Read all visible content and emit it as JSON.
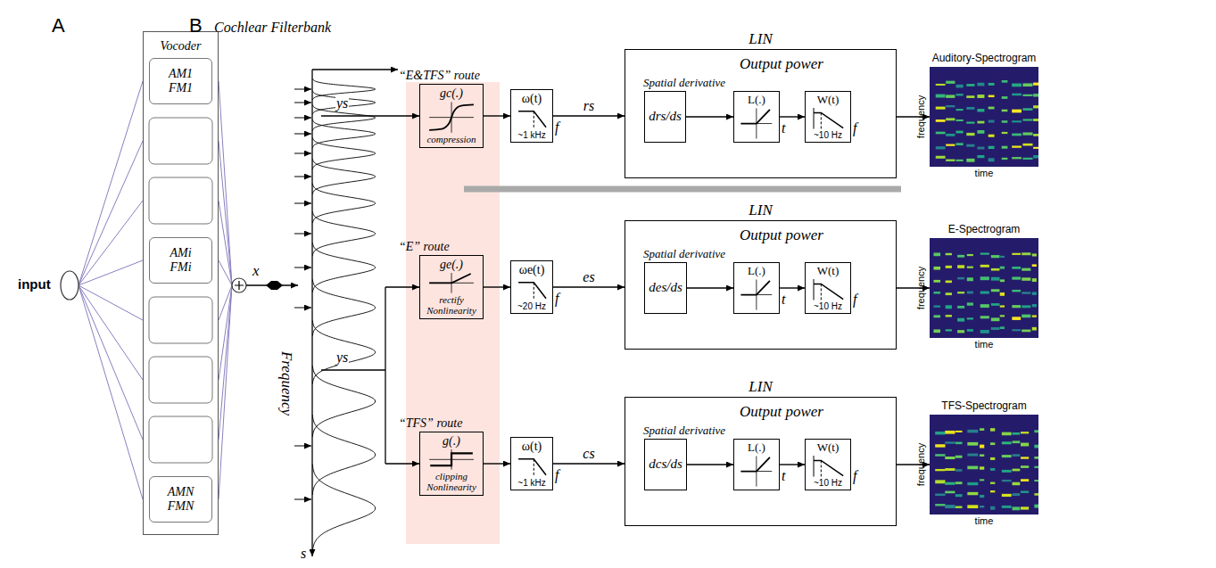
{
  "diagram": {
    "nodes": [
      {
        "text": [
          "Vocoder"
        ]
      },
      {
        "text": [
          "AM1",
          "FM1"
        ],
        "in": 0
      },
      {
        "text": [
          "AMi",
          "FMi"
        ],
        "in": 0
      },
      {
        "text": [
          "AMN",
          "FMN"
        ],
        "in": 0
      },
      {
        "text": [
          "“E&TFS” route",
          "gc(.)",
          "compression"
        ]
      },
      {
        "text": [
          "ω(t)",
          "~1 kHz",
          "f"
        ]
      },
      {
        "text": [
          "LIN",
          "Output power"
        ]
      },
      {
        "text": [
          "Spatial derivative",
          "drs/ds"
        ],
        "in": 6
      },
      {
        "text": [
          "L(.)",
          "t"
        ],
        "in": 6
      },
      {
        "text": [
          "W(t)",
          "~10 Hz",
          "f"
        ],
        "in": 6
      },
      {
        "text": [
          "Auditory-Spectrogram",
          "frequency",
          "time"
        ]
      },
      {
        "text": [
          "“E” route",
          "ge(.)",
          "rectify",
          "Nonlinearity"
        ]
      },
      {
        "text": [
          "ωe(t)",
          "~20 Hz",
          "f"
        ]
      },
      {
        "text": [
          "LIN",
          "Output power"
        ]
      },
      {
        "text": [
          "Spatial derivative",
          "des/ds"
        ],
        "in": 13
      },
      {
        "text": [
          "L(.)",
          "t"
        ],
        "in": 13
      },
      {
        "text": [
          "W(t)",
          "~10 Hz",
          "f"
        ],
        "in": 13
      },
      {
        "text": [
          "E-Spectrogram",
          "frequency",
          "time"
        ]
      },
      {
        "text": [
          "“TFS” route",
          "g(.)",
          "clipping",
          "Nonlinearity"
        ]
      },
      {
        "text": [
          "ω(t)",
          "~1 kHz",
          "f"
        ]
      },
      {
        "text": [
          "LIN",
          "Output power"
        ]
      },
      {
        "text": [
          "Spatial derivative",
          "dcs/ds"
        ],
        "in": 20
      },
      {
        "text": [
          "L(.)",
          "t"
        ],
        "in": 20
      },
      {
        "text": [
          "W(t)",
          "~10 Hz",
          "f"
        ],
        "in": 20
      },
      {
        "text": [
          "TFS-Spectrogram",
          "frequency",
          "time"
        ]
      }
    ],
    "edges": [
      {
        "from": 4,
        "to": 5,
        "arrow": "to"
      },
      {
        "from": 5,
        "to": 6,
        "label": "rs",
        "arrow": "to"
      },
      {
        "from": 7,
        "to": 8,
        "arrow": "to"
      },
      {
        "from": 8,
        "to": 9,
        "arrow": "to"
      },
      {
        "from": 6,
        "to": 10,
        "arrow": "to"
      },
      {
        "from": 11,
        "to": 12,
        "arrow": "to"
      },
      {
        "from": 12,
        "to": 13,
        "label": "es",
        "arrow": "to"
      },
      {
        "from": 14,
        "to": 15,
        "arrow": "to"
      },
      {
        "from": 15,
        "to": 16,
        "arrow": "to"
      },
      {
        "from": 13,
        "to": 17,
        "arrow": "to"
      },
      {
        "from": 18,
        "to": 19,
        "arrow": "to"
      },
      {
        "from": 19,
        "to": 20,
        "label": "cs",
        "arrow": "to"
      },
      {
        "from": 21,
        "to": 22,
        "arrow": "to"
      },
      {
        "from": 22,
        "to": 23,
        "arrow": "to"
      },
      {
        "from": 20,
        "to": 24,
        "arrow": "to"
      }
    ],
    "labels": [
      "A",
      "B",
      "input",
      "x",
      "Cochlear Filterbank",
      "Frequency",
      "s",
      "ys",
      "ys"
    ]
  }
}
